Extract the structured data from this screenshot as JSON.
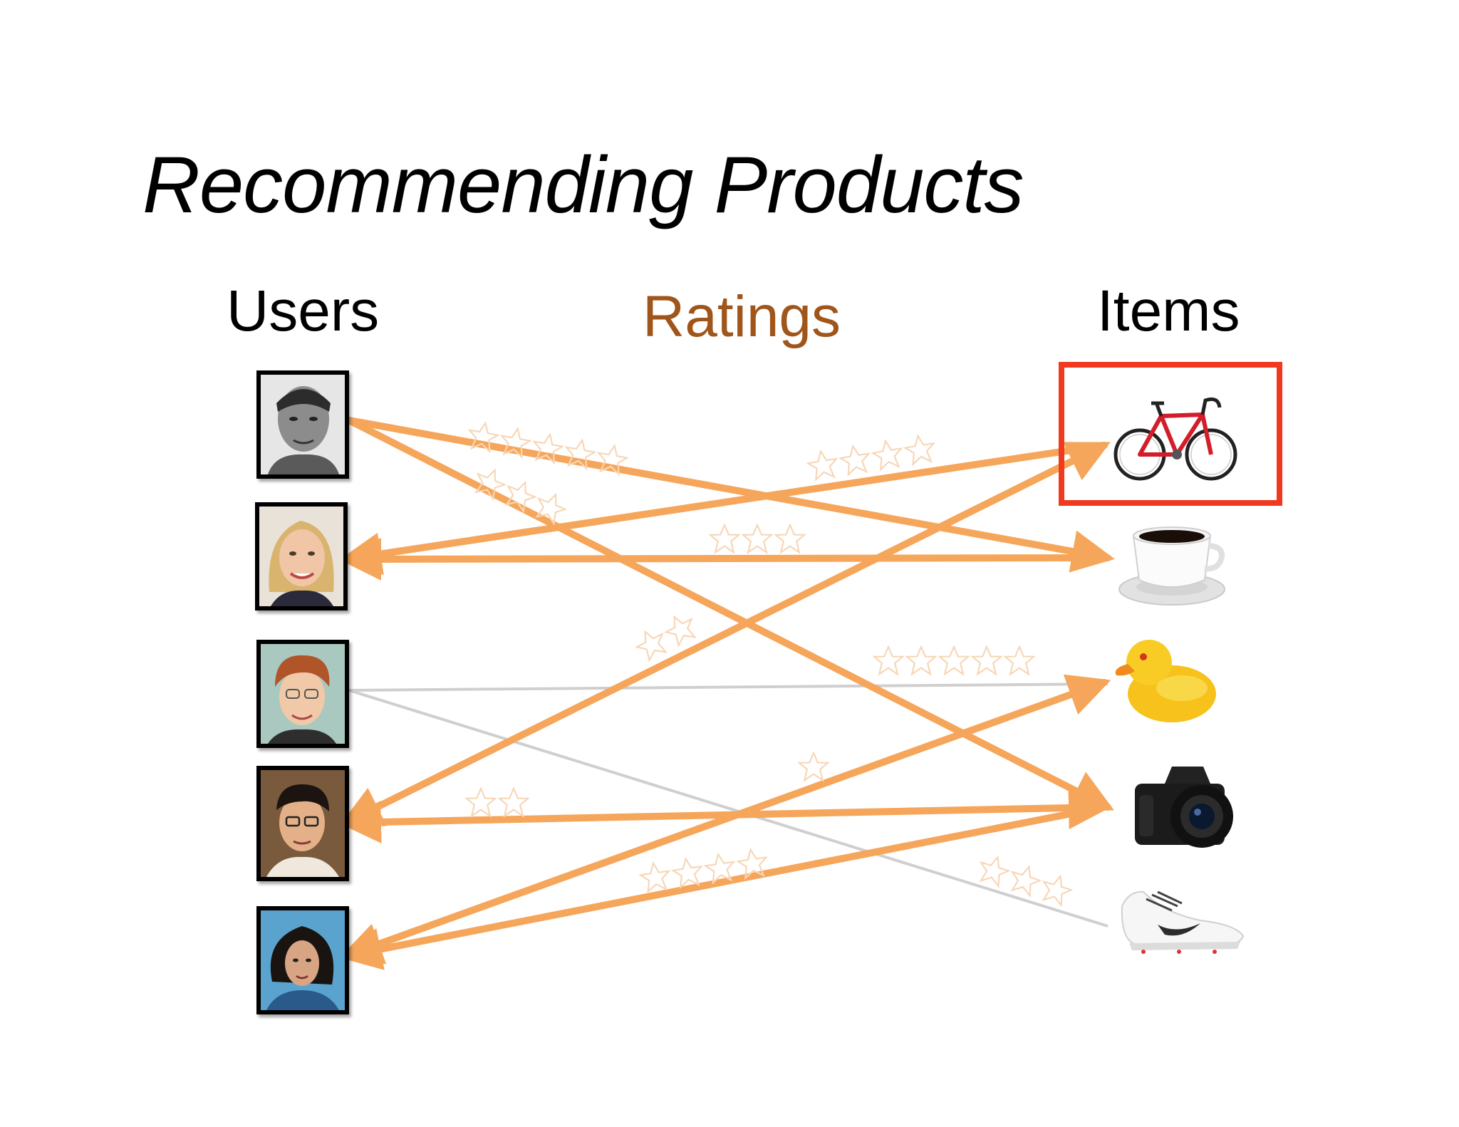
{
  "title": "Recommending Products",
  "columns": {
    "users": "Users",
    "ratings": "Ratings",
    "items": "Items"
  },
  "colors": {
    "arrow": "#f5a65b",
    "grey_link": "#cfcfcf",
    "highlight_box": "#f0391f",
    "ratings_label": "#a0551a",
    "star_outline": "#f7d7b8"
  },
  "users": [
    {
      "id": "user-1",
      "photo": "man-short-hair-grayscale"
    },
    {
      "id": "user-2",
      "photo": "woman-blonde-smiling"
    },
    {
      "id": "user-3",
      "photo": "person-red-hair-glasses"
    },
    {
      "id": "user-4",
      "photo": "young-man-glasses"
    },
    {
      "id": "user-5",
      "photo": "woman-curly-hair-blue"
    }
  ],
  "items": [
    {
      "id": "bicycle",
      "icon": "road-bicycle",
      "highlighted": true
    },
    {
      "id": "coffee",
      "icon": "coffee-cup"
    },
    {
      "id": "duck",
      "icon": "rubber-duck"
    },
    {
      "id": "camera",
      "icon": "dslr-camera"
    },
    {
      "id": "shoe",
      "icon": "white-sneaker"
    }
  ],
  "ratings": [
    {
      "user": 1,
      "item": "coffee",
      "stars": 5,
      "direction": "to-item"
    },
    {
      "user": 1,
      "item": "camera",
      "stars": 3,
      "direction": "to-item"
    },
    {
      "user": 2,
      "item": "bicycle",
      "stars": 4,
      "direction": "to-user"
    },
    {
      "user": 2,
      "item": "coffee",
      "stars": 3,
      "direction": "to-user"
    },
    {
      "user": 3,
      "item": "duck",
      "stars": 5,
      "direction": "none"
    },
    {
      "user": 3,
      "item": "shoe",
      "stars": 3,
      "direction": "none"
    },
    {
      "user": 4,
      "item": "bicycle",
      "stars": 2,
      "direction": "both"
    },
    {
      "user": 4,
      "item": "camera",
      "stars": 2,
      "direction": "both"
    },
    {
      "user": 5,
      "item": "duck",
      "stars": 1,
      "direction": "both"
    },
    {
      "user": 5,
      "item": "camera",
      "stars": 4,
      "direction": "to-user"
    }
  ]
}
